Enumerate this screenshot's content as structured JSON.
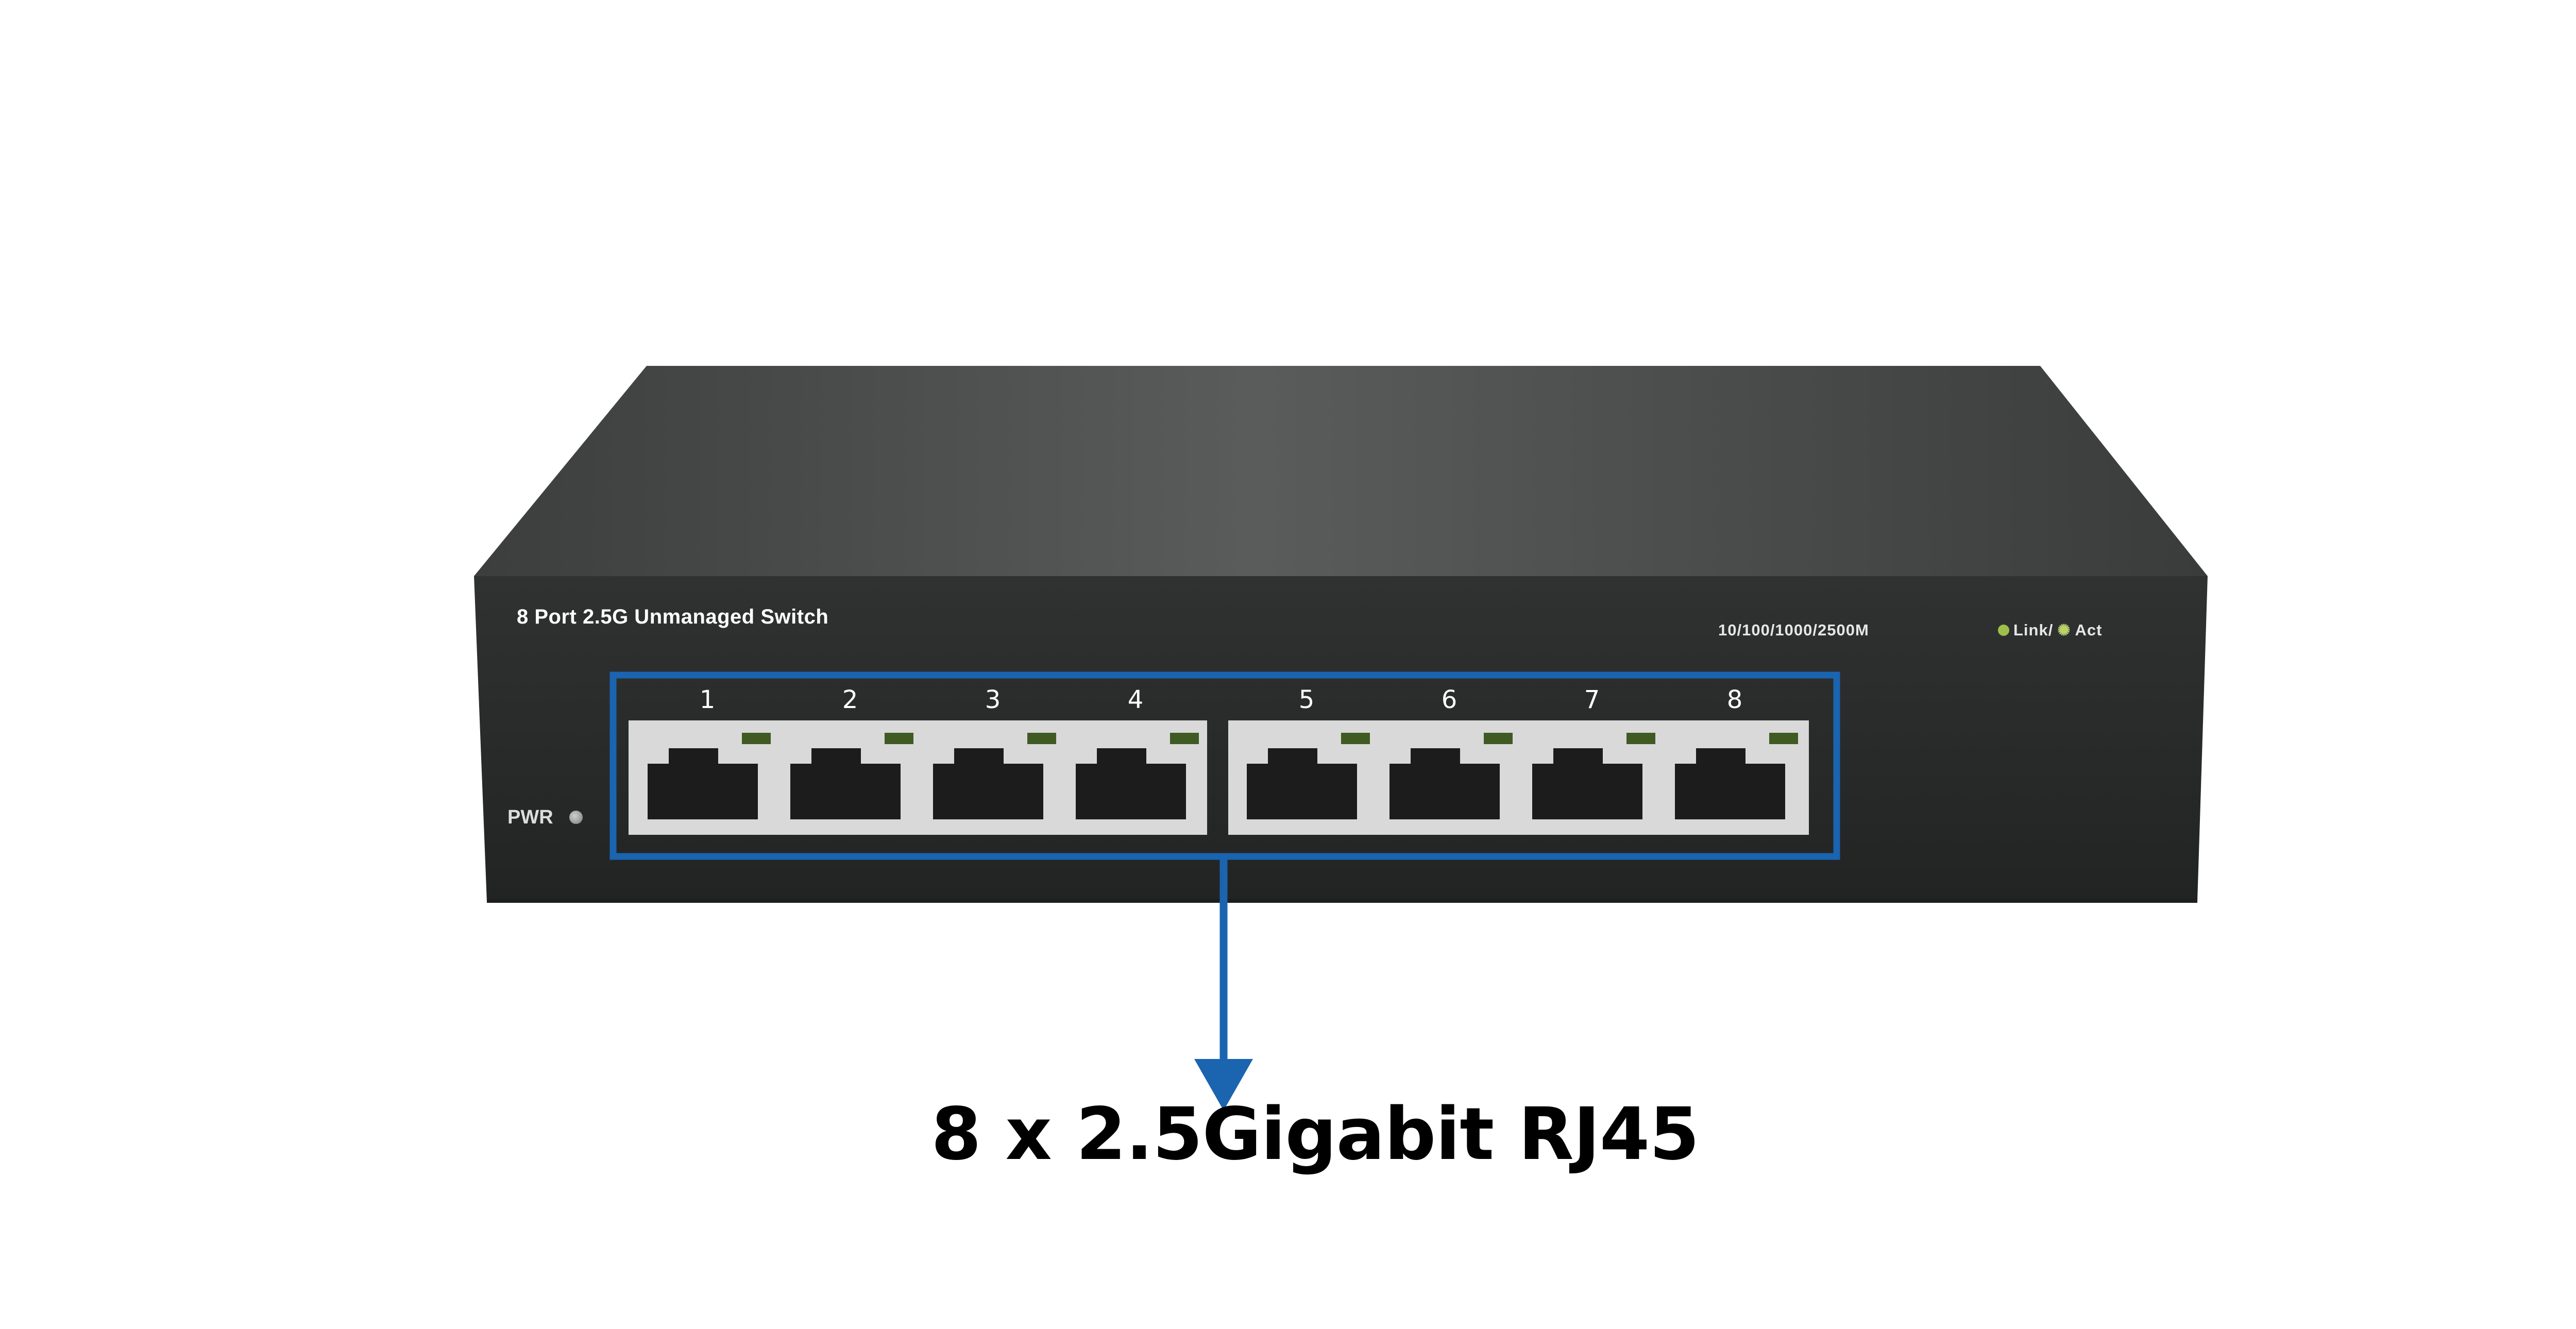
{
  "product": {
    "model_label": "8 Port 2.5G Unmanaged Switch",
    "speed_label": "10/100/1000/2500M",
    "legend_link": "Link/",
    "legend_act": "Act",
    "pwr_label": "PWR",
    "port_count": 8,
    "ports": [
      "1",
      "2",
      "3",
      "4",
      "5",
      "6",
      "7",
      "8"
    ]
  },
  "callout": {
    "caption": "8 x 2.5Gigabit RJ45",
    "highlight_color": "#1a64b0"
  },
  "colors": {
    "chassis_top": "#4a4c4c",
    "chassis_front": "#2b2d2d",
    "port_frame": "#d9d9d9",
    "port_led": "#3f5a23"
  }
}
